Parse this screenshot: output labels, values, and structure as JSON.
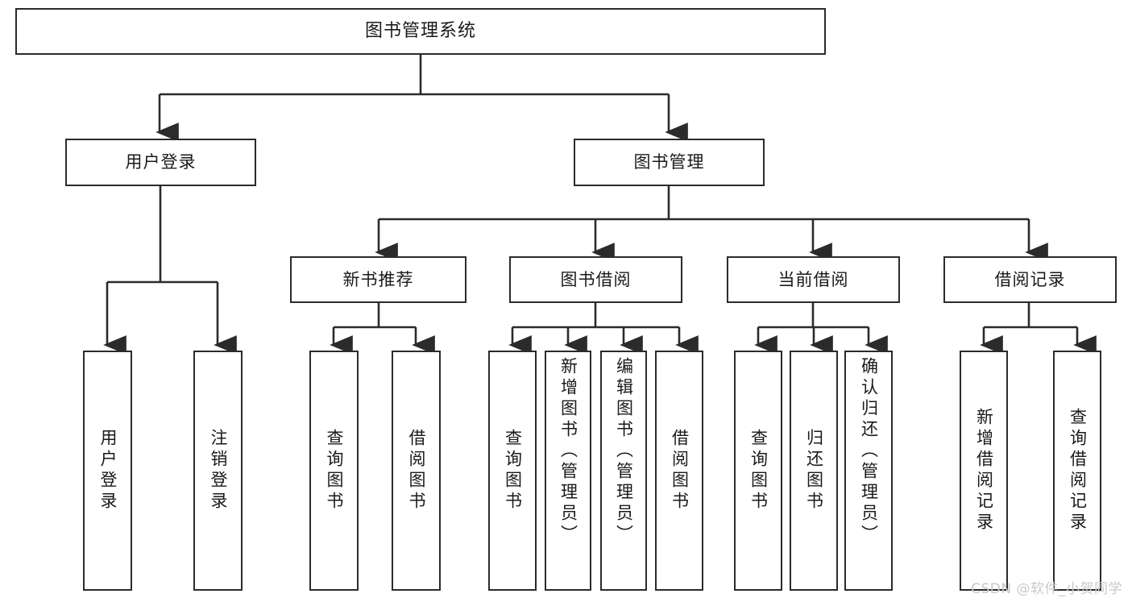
{
  "diagram": {
    "title": "图书管理系统",
    "type": "hierarchy-tree",
    "style": {
      "box_border_color": "#2b2b2b",
      "box_fill_color": "#ffffff",
      "connector_color": "#2b2b2b",
      "text_color": "#1a1a1a",
      "background": "#ffffff"
    },
    "levels": [
      {
        "level": 1,
        "nodes": [
          {
            "id": "root",
            "label": "图书管理系统",
            "orientation": "horizontal"
          }
        ]
      },
      {
        "level": 2,
        "nodes": [
          {
            "id": "login",
            "label": "用户登录",
            "orientation": "horizontal",
            "parent": "root"
          },
          {
            "id": "bookmgmt",
            "label": "图书管理",
            "orientation": "horizontal",
            "parent": "root"
          }
        ]
      },
      {
        "level": 3,
        "nodes": [
          {
            "id": "newbook",
            "label": "新书推荐",
            "orientation": "horizontal",
            "parent": "bookmgmt"
          },
          {
            "id": "borrow",
            "label": "图书借阅",
            "orientation": "horizontal",
            "parent": "bookmgmt"
          },
          {
            "id": "current",
            "label": "当前借阅",
            "orientation": "horizontal",
            "parent": "bookmgmt"
          },
          {
            "id": "records",
            "label": "借阅记录",
            "orientation": "horizontal",
            "parent": "bookmgmt"
          }
        ]
      },
      {
        "level": 4,
        "nodes": [
          {
            "id": "leaf1",
            "label": "用户登录",
            "orientation": "vertical",
            "parent": "login"
          },
          {
            "id": "leaf2",
            "label": "注销登录",
            "orientation": "vertical",
            "parent": "login"
          },
          {
            "id": "leaf3",
            "label": "查询图书",
            "orientation": "vertical",
            "parent": "newbook"
          },
          {
            "id": "leaf4",
            "label": "借阅图书",
            "orientation": "vertical",
            "parent": "newbook"
          },
          {
            "id": "leaf5",
            "label": "查询图书",
            "orientation": "vertical",
            "parent": "borrow"
          },
          {
            "id": "leaf6",
            "label": "新增图书（管理员）",
            "orientation": "vertical",
            "parent": "borrow"
          },
          {
            "id": "leaf7",
            "label": "编辑图书（管理员）",
            "orientation": "vertical",
            "parent": "borrow"
          },
          {
            "id": "leaf8",
            "label": "借阅图书",
            "orientation": "vertical",
            "parent": "borrow"
          },
          {
            "id": "leaf9",
            "label": "查询图书",
            "orientation": "vertical",
            "parent": "current"
          },
          {
            "id": "leaf10",
            "label": "归还图书",
            "orientation": "vertical",
            "parent": "current"
          },
          {
            "id": "leaf11",
            "label": "确认归还（管理员）",
            "orientation": "vertical",
            "parent": "current"
          },
          {
            "id": "leaf12",
            "label": "新增借阅记录",
            "orientation": "vertical",
            "parent": "records"
          },
          {
            "id": "leaf13",
            "label": "查询借阅记录",
            "orientation": "vertical",
            "parent": "records"
          }
        ]
      }
    ]
  },
  "watermark": {
    "text": "CSDN @软件_小贺同学"
  }
}
